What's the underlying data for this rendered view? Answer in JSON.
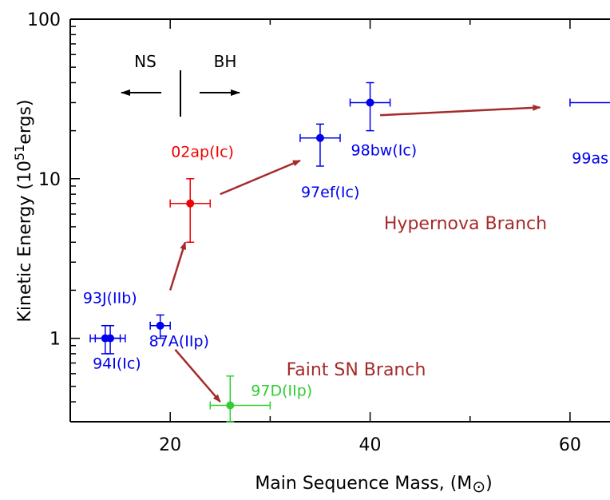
{
  "chart_data": {
    "type": "scatter",
    "title": "",
    "xlabel": "Main Sequence Mass, (M",
    "xlabel_symbol": "⊙",
    "xlabel_close": ")",
    "ylabel_pre": "Kinetic Energy (10",
    "ylabel_sup": "51",
    "ylabel_post": "ergs)",
    "xlim": [
      10,
      64
    ],
    "ylim": [
      0.3,
      100
    ],
    "yscale": "log",
    "x_ticks": [
      20,
      40,
      60
    ],
    "x_tick_labels": [
      "20",
      "40",
      "60"
    ],
    "y_ticks": [
      1,
      10,
      100
    ],
    "y_tick_labels": [
      "1",
      "10",
      "100"
    ],
    "colors": {
      "blue": "#0000ee",
      "red": "#ee0000",
      "green": "#33cc33",
      "arrow": "#a52a2a"
    },
    "points": [
      {
        "label": "93J(IIb)",
        "x": 13.5,
        "y": 1.0,
        "xerr": [
          1.5,
          1.5
        ],
        "yerr": [
          0.2,
          0.2
        ],
        "color": "#0000ee"
      },
      {
        "label": "94I(Ic)",
        "x": 14,
        "y": 1.0,
        "xerr": [
          1.5,
          1.5
        ],
        "yerr": [
          0.2,
          0.2
        ],
        "color": "#0000ee"
      },
      {
        "label": "87A(IIp)",
        "x": 19,
        "y": 1.2,
        "xerr": [
          1,
          1
        ],
        "yerr": [
          0.2,
          0.2
        ],
        "color": "#0000ee"
      },
      {
        "label": "02ap(Ic)",
        "x": 22,
        "y": 7,
        "xerr": [
          2,
          2
        ],
        "yerr": [
          3,
          3
        ],
        "color": "#ee0000"
      },
      {
        "label": "97ef(Ic)",
        "x": 35,
        "y": 18,
        "xerr": [
          2,
          2
        ],
        "yerr": [
          6,
          4
        ],
        "color": "#0000ee"
      },
      {
        "label": "98bw(Ic)",
        "x": 40,
        "y": 30,
        "xerr": [
          2,
          2
        ],
        "yerr": [
          10,
          10
        ],
        "color": "#0000ee"
      },
      {
        "label": "99as",
        "x": 64,
        "y": 30,
        "xerr": [
          4,
          0
        ],
        "yerr": [
          0,
          0
        ],
        "color": "#0000ee"
      },
      {
        "label": "97D(IIp)",
        "x": 26,
        "y": 0.38,
        "xerr": [
          2,
          4
        ],
        "yerr": [
          0.08,
          0.2
        ],
        "color": "#33cc33"
      }
    ],
    "arrows": [
      {
        "from": [
          20,
          2.0
        ],
        "to": [
          21.5,
          4.0
        ]
      },
      {
        "from": [
          25,
          8.0
        ],
        "to": [
          33,
          13
        ]
      },
      {
        "from": [
          41,
          25
        ],
        "to": [
          57,
          28
        ]
      },
      {
        "from": [
          20.5,
          0.85
        ],
        "to": [
          25,
          0.4
        ]
      }
    ],
    "annotations": {
      "ns": "NS",
      "bh": "BH",
      "hypernova": "Hypernova Branch",
      "faint": "Faint SN Branch"
    }
  }
}
